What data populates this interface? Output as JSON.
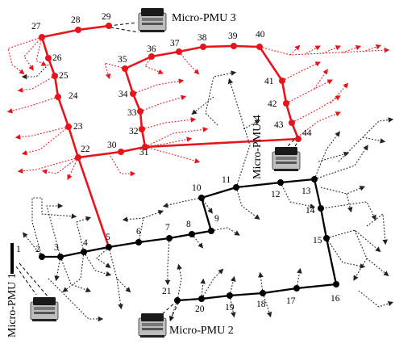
{
  "colors": {
    "red": "#e8141b",
    "black": "#000000",
    "lateral_red": "#e8141b",
    "lateral_black": "#222222"
  },
  "icon": "micro-pmu-device-icon",
  "pmus": [
    {
      "id": "pmu1",
      "label": "Micro-PMU 1"
    },
    {
      "id": "pmu2",
      "label": "Micro-PMU 2"
    },
    {
      "id": "pmu3",
      "label": "Micro-PMU 3"
    },
    {
      "id": "pmu4",
      "label": "Micro-PMU 4"
    }
  ],
  "nodes": [
    "1",
    "2",
    "3",
    "4",
    "5",
    "6",
    "7",
    "8",
    "9",
    "10",
    "11",
    "12",
    "13",
    "14",
    "15",
    "16",
    "17",
    "18",
    "19",
    "20",
    "21",
    "22",
    "23",
    "24",
    "25",
    "26",
    "27",
    "28",
    "29",
    "30",
    "31",
    "32",
    "33",
    "34",
    "35",
    "36",
    "37",
    "38",
    "39",
    "40",
    "41",
    "42",
    "43",
    "44"
  ],
  "black_edges": [
    [
      "1",
      "2"
    ],
    [
      "2",
      "3"
    ],
    [
      "3",
      "4"
    ],
    [
      "4",
      "5"
    ],
    [
      "5",
      "6"
    ],
    [
      "6",
      "7"
    ],
    [
      "7",
      "8"
    ],
    [
      "8",
      "9"
    ],
    [
      "9",
      "10"
    ],
    [
      "10",
      "11"
    ],
    [
      "11",
      "12"
    ],
    [
      "12",
      "13"
    ],
    [
      "13",
      "14"
    ],
    [
      "14",
      "15"
    ],
    [
      "15",
      "16"
    ],
    [
      "16",
      "17"
    ],
    [
      "17",
      "18"
    ],
    [
      "18",
      "19"
    ],
    [
      "19",
      "20"
    ],
    [
      "20",
      "21"
    ]
  ],
  "red_edges": [
    [
      "5",
      "22"
    ],
    [
      "22",
      "23"
    ],
    [
      "23",
      "24"
    ],
    [
      "24",
      "25"
    ],
    [
      "25",
      "26"
    ],
    [
      "26",
      "27"
    ],
    [
      "27",
      "28"
    ],
    [
      "28",
      "29"
    ],
    [
      "22",
      "30"
    ],
    [
      "30",
      "31"
    ],
    [
      "31",
      "32"
    ],
    [
      "32",
      "33"
    ],
    [
      "33",
      "34"
    ],
    [
      "34",
      "35"
    ],
    [
      "35",
      "36"
    ],
    [
      "36",
      "37"
    ],
    [
      "37",
      "38"
    ],
    [
      "38",
      "39"
    ],
    [
      "39",
      "40"
    ],
    [
      "40",
      "41"
    ],
    [
      "41",
      "42"
    ],
    [
      "42",
      "43"
    ],
    [
      "43",
      "44"
    ],
    [
      "44",
      "31"
    ]
  ]
}
